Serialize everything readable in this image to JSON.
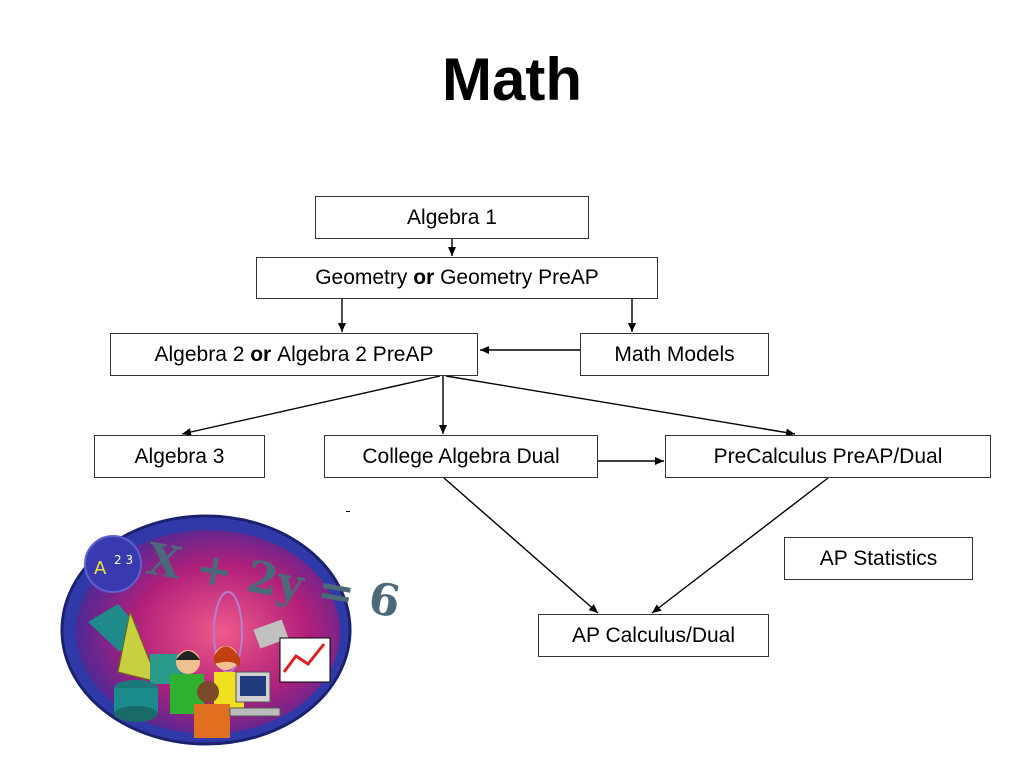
{
  "title": "Math",
  "nodes": {
    "algebra1": "Algebra 1",
    "geometry": {
      "a": "Geometry",
      "or": "or",
      "b": "Geometry PreAP"
    },
    "algebra2": {
      "a": "Algebra 2",
      "or": "or",
      "b": "Algebra 2 PreAP"
    },
    "math_models": "Math Models",
    "algebra3": "Algebra 3",
    "college_algebra": "College Algebra Dual",
    "precalculus": "PreCalculus PreAP/Dual",
    "ap_statistics": "AP Statistics",
    "ap_calculus": "AP Calculus/Dual"
  },
  "edges": [
    {
      "from": "algebra1",
      "to": "geometry"
    },
    {
      "from": "geometry",
      "to": "algebra2"
    },
    {
      "from": "geometry",
      "to": "math_models"
    },
    {
      "from": "math_models",
      "to": "algebra2"
    },
    {
      "from": "algebra2",
      "to": "algebra3"
    },
    {
      "from": "algebra2",
      "to": "college_algebra"
    },
    {
      "from": "algebra2",
      "to": "precalculus"
    },
    {
      "from": "college_algebra",
      "to": "precalculus"
    },
    {
      "from": "college_algebra",
      "to": "ap_calculus"
    },
    {
      "from": "precalculus",
      "to": "ap_calculus"
    }
  ],
  "clipart": {
    "icon": "math-students-clipart-icon",
    "equation": "X + 2y = 6",
    "colors": {
      "ellipse_outer": "#2f3aa8",
      "ellipse_inner": "#c0247a"
    }
  }
}
